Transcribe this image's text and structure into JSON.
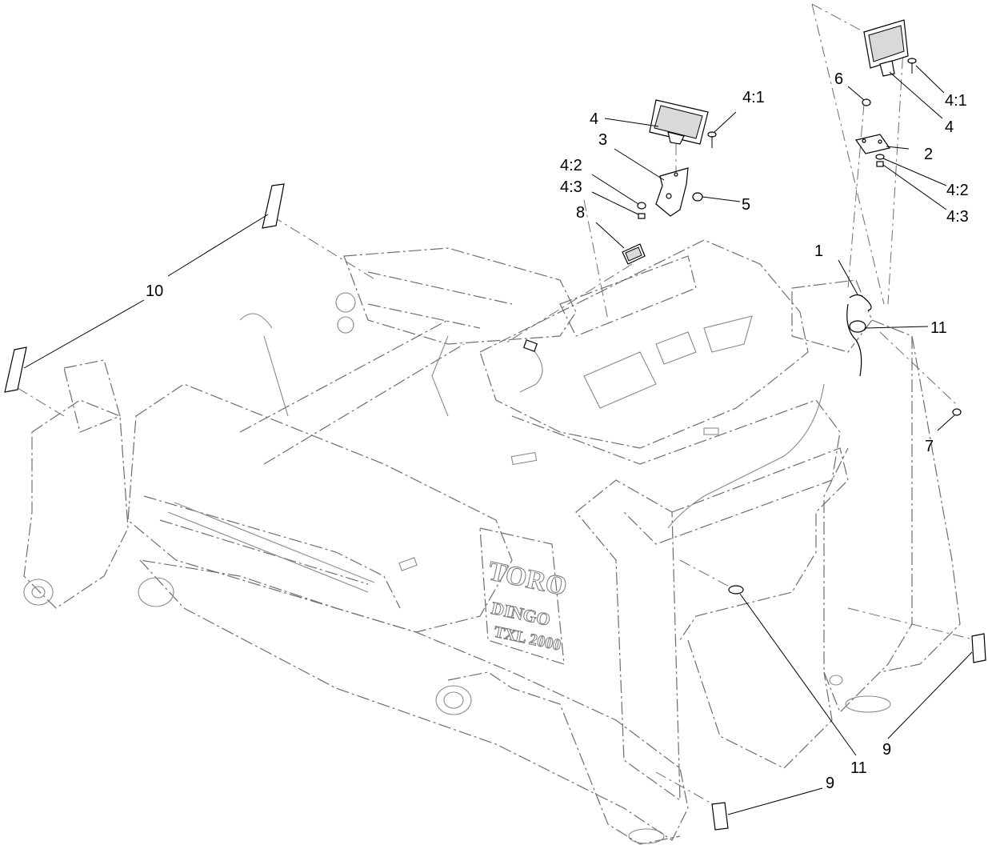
{
  "callouts": [
    {
      "id": "c1",
      "label": "1"
    },
    {
      "id": "c2",
      "label": "2"
    },
    {
      "id": "c3",
      "label": "3"
    },
    {
      "id": "c4a",
      "label": "4"
    },
    {
      "id": "c4b",
      "label": "4"
    },
    {
      "id": "c41a",
      "label": "4:1"
    },
    {
      "id": "c41b",
      "label": "4:1"
    },
    {
      "id": "c42a",
      "label": "4:2"
    },
    {
      "id": "c42b",
      "label": "4:2"
    },
    {
      "id": "c43a",
      "label": "4:3"
    },
    {
      "id": "c43b",
      "label": "4:3"
    },
    {
      "id": "c5",
      "label": "5"
    },
    {
      "id": "c6",
      "label": "6"
    },
    {
      "id": "c7",
      "label": "7"
    },
    {
      "id": "c8",
      "label": "8"
    },
    {
      "id": "c9a",
      "label": "9"
    },
    {
      "id": "c9b",
      "label": "9"
    },
    {
      "id": "c10",
      "label": "10"
    },
    {
      "id": "c11a",
      "label": "11"
    },
    {
      "id": "c11b",
      "label": "11"
    }
  ],
  "machine": {
    "brand": "TORO",
    "model_name": "DINGO",
    "model_number": "TXL 2000"
  }
}
